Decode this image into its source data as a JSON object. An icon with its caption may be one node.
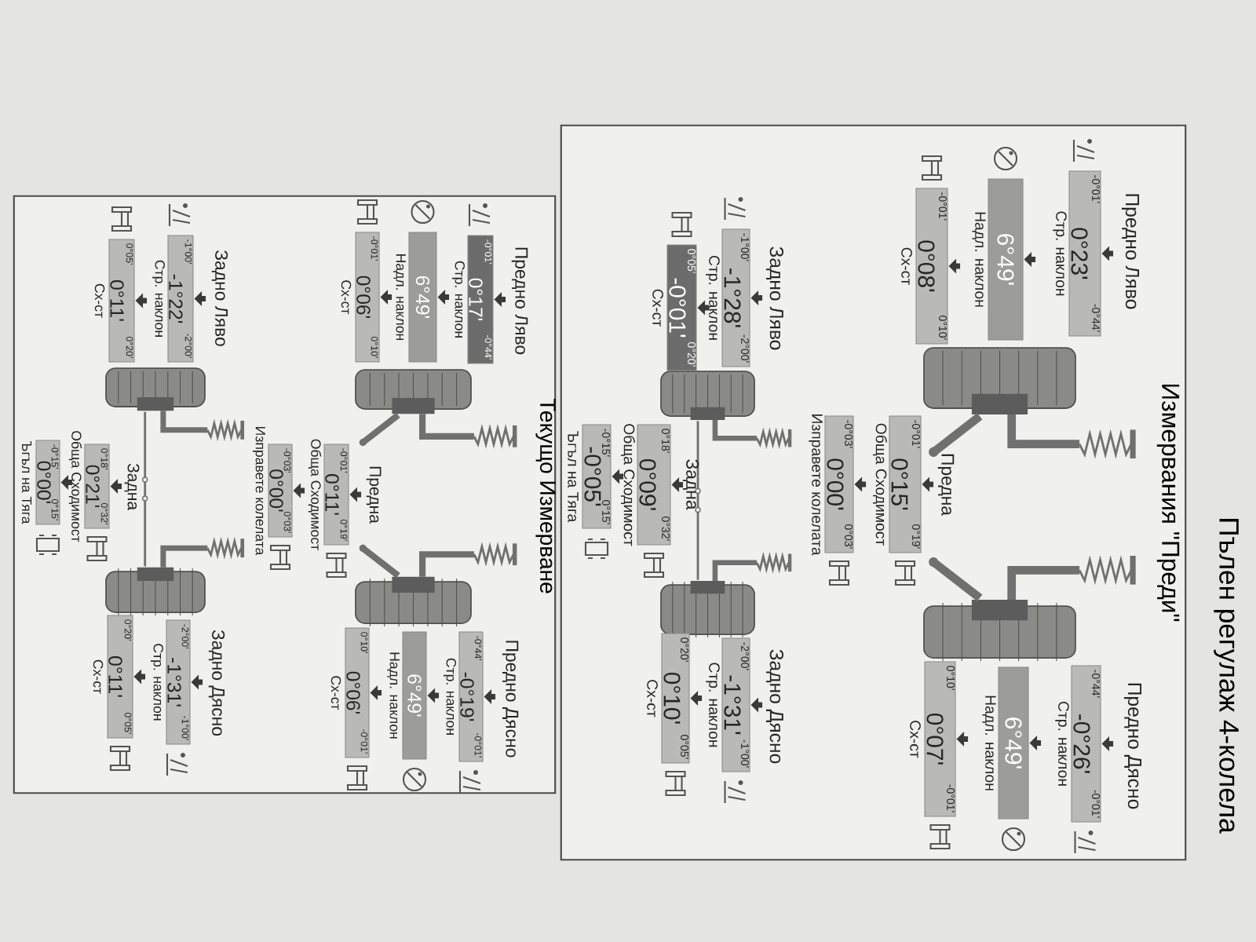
{
  "diagram": {
    "title": "Пълен регулаж 4-колела",
    "nodes": [
      {
        "text": [
          "Измервания \"Преди\""
        ]
      },
      {
        "text": [
          "0°23'",
          "-0°01'",
          "-0°44'"
        ],
        "beside": [
          "Стр. наклон"
        ],
        "in": 0
      },
      {
        "text": [
          "6°49'"
        ],
        "beside": [
          "Надл. наклон"
        ],
        "in": 0
      },
      {
        "text": [
          "0°08'",
          "-0°01'",
          "0°10'"
        ],
        "beside": [
          "Сх-ст"
        ],
        "in": 0
      },
      {
        "text": [
          "0°15'",
          "-0°01'",
          "0°19'"
        ],
        "beside": [
          "Обща Сходимост"
        ],
        "in": 0
      },
      {
        "text": [
          "0°00'",
          "-0°03'",
          "0°03'"
        ],
        "beside": [
          "Изправете колелата"
        ],
        "in": 0
      },
      {
        "text": [
          "-0°26'",
          "-0°44'",
          "-0°01'"
        ],
        "beside": [
          "Стр. наклон"
        ],
        "in": 0
      },
      {
        "text": [
          "6°49'"
        ],
        "beside": [
          "Надл. наклон"
        ],
        "in": 0
      },
      {
        "text": [
          "0°07'",
          "0°10'",
          "-0°01'"
        ],
        "beside": [
          "Сх-ст"
        ],
        "in": 0
      },
      {
        "text": [
          "-1°28'",
          "-1°00'",
          "-2°00'"
        ],
        "beside": [
          "Стр. наклон"
        ],
        "in": 0
      },
      {
        "text": [
          "-0°01'",
          "0°05'",
          "0°20'"
        ],
        "beside": [
          "Сх-ст"
        ],
        "in": 0
      },
      {
        "text": [
          "0°09'",
          "0°18'",
          "0°32'"
        ],
        "beside": [
          "Обща Сходимост"
        ],
        "in": 0
      },
      {
        "text": [
          "-0°05'",
          "-0°15'",
          "0°15'"
        ],
        "beside": [
          "Ъгъл на Тяга"
        ],
        "in": 0
      },
      {
        "text": [
          "-1°31'",
          "-2°00'",
          "-1°00'"
        ],
        "beside": [
          "Стр. наклон"
        ],
        "in": 0
      },
      {
        "text": [
          "0°10'",
          "0°20'",
          "0°05'"
        ],
        "beside": [
          "Сх-ст"
        ],
        "in": 0
      },
      {
        "text": [
          "Текущо Измерване"
        ]
      },
      {
        "text": [
          "0°17'",
          "-0°01'",
          "-0°44'"
        ],
        "beside": [
          "Стр. наклон"
        ],
        "in": 15
      },
      {
        "text": [
          "6°49'"
        ],
        "beside": [
          "Надл. наклон"
        ],
        "in": 15
      },
      {
        "text": [
          "0°06'",
          "-0°01'",
          "0°10'"
        ],
        "beside": [
          "Сх-ст"
        ],
        "in": 15
      },
      {
        "text": [
          "0°11'",
          "-0°01'",
          "0°19'"
        ],
        "beside": [
          "Обща Сходимост"
        ],
        "in": 15
      },
      {
        "text": [
          "0°00'",
          "-0°03'",
          "0°03'"
        ],
        "beside": [
          "Изправете колелата"
        ],
        "in": 15
      },
      {
        "text": [
          "-0°19'",
          "-0°44'",
          "-0°01'"
        ],
        "beside": [
          "Стр. наклон"
        ],
        "in": 15
      },
      {
        "text": [
          "6°49'"
        ],
        "beside": [
          "Надл. наклон"
        ],
        "in": 15
      },
      {
        "text": [
          "0°06'",
          "0°10'",
          "-0°01'"
        ],
        "beside": [
          "Сх-ст"
        ],
        "in": 15
      },
      {
        "text": [
          "-1°22'",
          "-1°00'",
          "-2°00'"
        ],
        "beside": [
          "Стр. наклон"
        ],
        "in": 15
      },
      {
        "text": [
          "0°11'",
          "0°05'",
          "0°20'"
        ],
        "beside": [
          "Сх-ст"
        ],
        "in": 15
      },
      {
        "text": [
          "0°21'",
          "0°18'",
          "0°32'"
        ],
        "beside": [
          "Обща Сходимост"
        ],
        "in": 15
      },
      {
        "text": [
          "0°00'",
          "-0°15'",
          "0°15'"
        ],
        "beside": [
          "Ъгъл на Тяга"
        ],
        "in": 15
      },
      {
        "text": [
          "-1°31'",
          "-2°00'",
          "-1°00'"
        ],
        "beside": [
          "Стр. наклон"
        ],
        "in": 15
      },
      {
        "text": [
          "0°11'",
          "0°20'",
          "0°05'"
        ],
        "beside": [
          "Сх-ст"
        ],
        "in": 15
      }
    ],
    "labels": [
      "Предно Ляво",
      "Предно Дясно",
      "Предна",
      "Задна",
      "Задно Ляво",
      "Задно Дясно",
      "Предно Ляво",
      "Предно Дясно",
      "Предна",
      "Задна",
      "Задно Ляво",
      "Задно Дясно"
    ]
  }
}
